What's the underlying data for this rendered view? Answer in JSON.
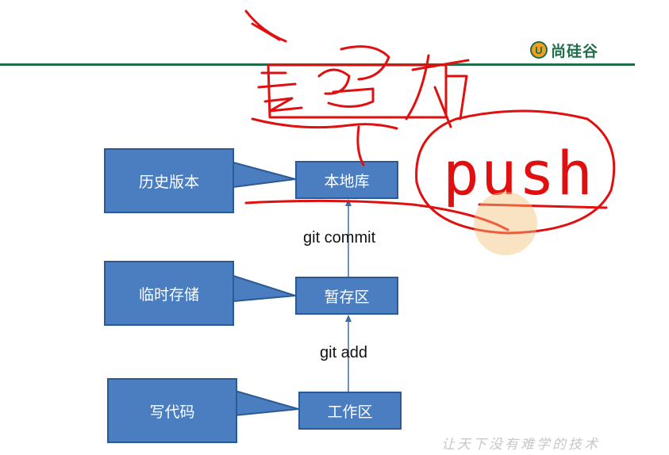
{
  "logo": {
    "badge_letter": "U",
    "name": "尚硅谷",
    "brand_color": "#1f6e4a",
    "accent_color": "#f0a020"
  },
  "callouts": [
    {
      "label": "历史版本"
    },
    {
      "label": "临时存储"
    },
    {
      "label": "写代码"
    }
  ],
  "stages": [
    {
      "label": "本地库"
    },
    {
      "label": "暂存区"
    },
    {
      "label": "工作区"
    }
  ],
  "commands": [
    {
      "label": "git commit"
    },
    {
      "label": "git add"
    }
  ],
  "annotation": {
    "handwritten_text": "push",
    "ink_color": "#e01010"
  },
  "footer": {
    "slogan": "让天下没有难学的技术"
  },
  "colors": {
    "box_fill": "#4a7ec1",
    "box_border": "#2c5a94",
    "arrow": "#3d6aa8"
  }
}
